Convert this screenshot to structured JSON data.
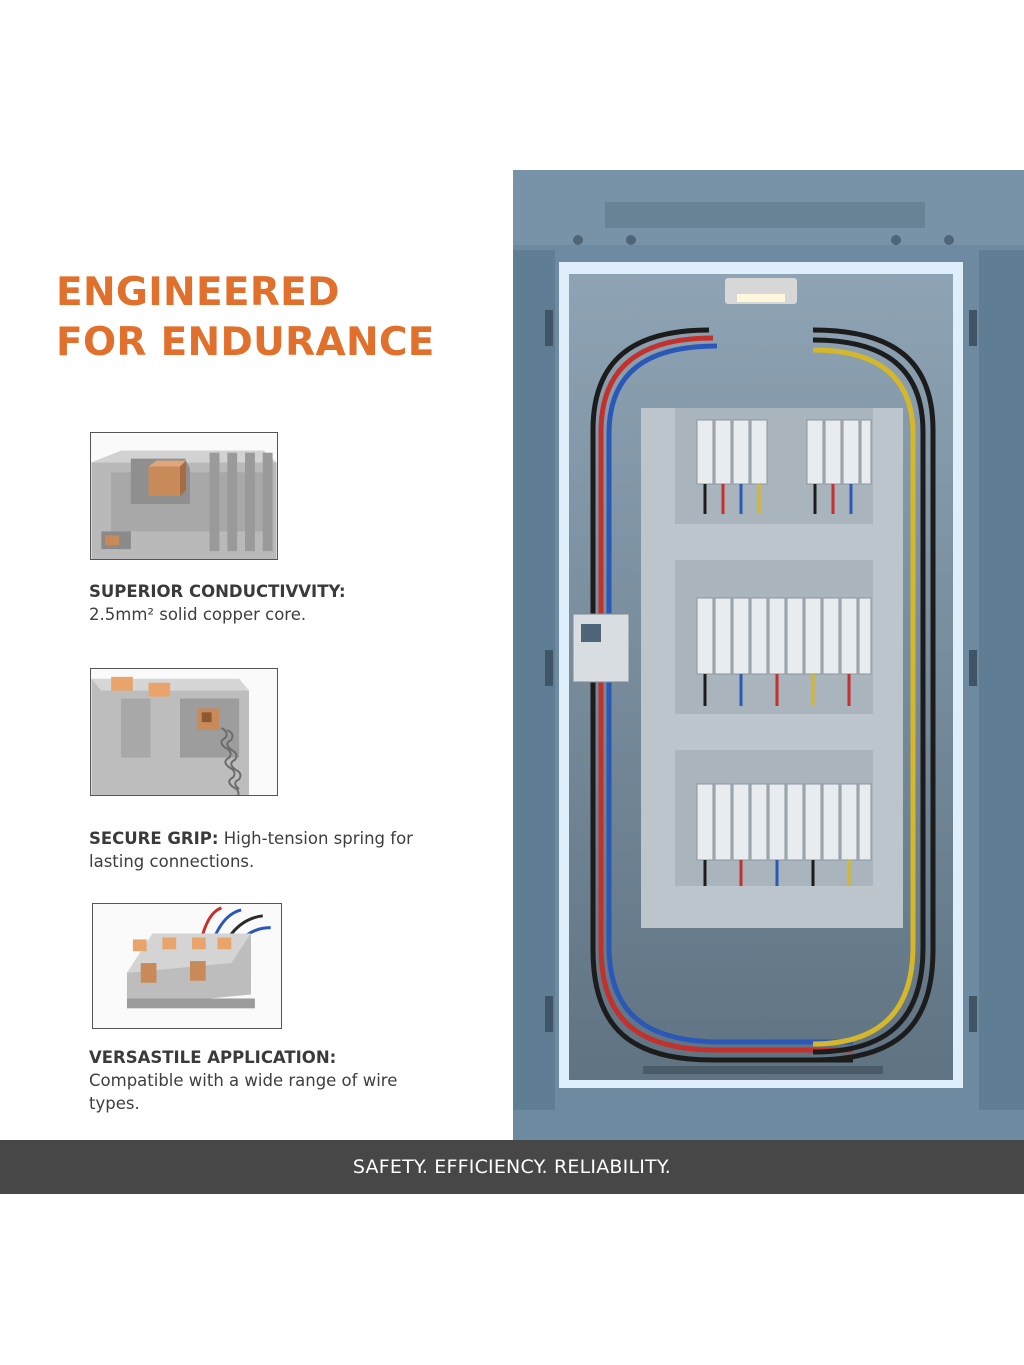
{
  "headline": {
    "line1": "ENGINEERED",
    "line2": "FOR ENDURANCE"
  },
  "features": [
    {
      "title": "SUPERIOR CONDUCTIVVITY:",
      "description": "2.5mm² solid copper core."
    },
    {
      "title": "SECURE GRIP:",
      "description": " High-tension spring for lasting connections."
    },
    {
      "title": "VERSASTILE APPLICATION:",
      "description": "Compatible with a wide range of wire types."
    }
  ],
  "footer": {
    "tagline": "SAFETY. EFFICIENCY. RELIABILITY."
  },
  "colors": {
    "headline": "#e1702c",
    "footer_bg": "#474747",
    "cabinet": "#5f7f96",
    "copper": "#c98a5a"
  }
}
